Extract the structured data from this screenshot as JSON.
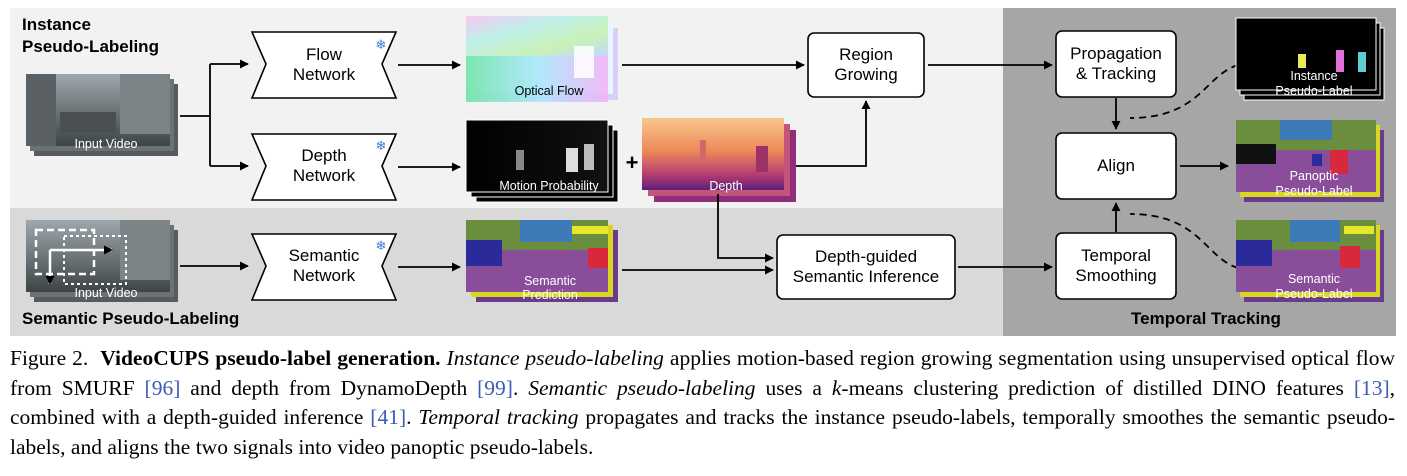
{
  "figure": {
    "panels": {
      "instance_title_line1": "Instance",
      "instance_title_line2": "Pseudo-Labeling",
      "semantic_title": "Semantic Pseudo-Labeling",
      "tracking_title": "Temporal Tracking"
    },
    "inputs": {
      "top_video": "Input Video",
      "bottom_video": "Input Video"
    },
    "networks": {
      "flow_line1": "Flow",
      "flow_line2": "Network",
      "depth_line1": "Depth",
      "depth_line2": "Network",
      "semantic_line1": "Semantic",
      "semantic_line2": "Network",
      "frozen_icon": "❄"
    },
    "outputs": {
      "optical_flow": "Optical Flow",
      "motion_probability": "Motion Probability",
      "plus": "+",
      "depth": "Depth",
      "semantic_prediction_line1": "Semantic",
      "semantic_prediction_line2": "Prediction"
    },
    "steps": {
      "region_line1": "Region",
      "region_line2": "Growing",
      "dgsi_line1": "Depth-guided",
      "dgsi_line2": "Semantic Inference",
      "prop_line1": "Propagation",
      "prop_line2": "& Tracking",
      "align": "Align",
      "temporal_line1": "Temporal",
      "temporal_line2": "Smoothing"
    },
    "results": {
      "instance_line1": "Instance",
      "instance_line2": "Pseudo-Label",
      "panoptic_line1": "Panoptic",
      "panoptic_line2": "Pseudo-Label",
      "semantic_line1": "Semantic",
      "semantic_line2": "Pseudo-Label"
    }
  },
  "caption": {
    "label": "Figure 2.",
    "title": "VideoCUPS pseudo-label generation.",
    "s1_italic": "Instance pseudo-labeling",
    "s1_a": " applies motion-based region growing segmentation using unsupervised optical flow from SMURF ",
    "ref_96": "[96]",
    "s1_b": " and depth from DynamoDepth ",
    "ref_99": "[99]",
    "s1_c": ". ",
    "s2_italic": "Semantic pseudo-labeling",
    "s2_a": " uses a ",
    "k": "k",
    "s2_b": "-means clustering prediction of distilled DINO features ",
    "ref_13": "[13]",
    "s2_c": ", combined with a depth-guided inference ",
    "ref_41": "[41]",
    "s2_d": ". ",
    "s3_italic": "Temporal tracking",
    "s3_a": " propagates and tracks the instance pseudo-labels, temporally smoothes the semantic pseudo-labels, and aligns the two signals into video panoptic pseudo-labels."
  }
}
